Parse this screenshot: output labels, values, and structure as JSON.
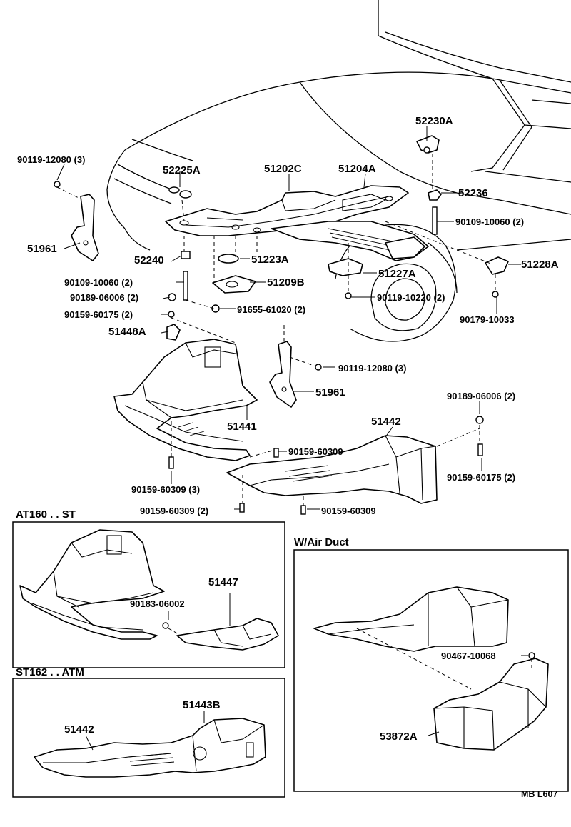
{
  "labels": {
    "p52230A": "52230A",
    "p90119_12080_top": "90119-12080 (3)",
    "p52225A": "52225A",
    "p51202C": "51202C",
    "p51204A": "51204A",
    "p52236": "52236",
    "p90109_10060_right": "90109-10060 (2)",
    "p51961_left": "51961",
    "p52240": "52240",
    "p51223A": "51223A",
    "p51228A": "51228A",
    "p51227A": "51227A",
    "p90109_10060_left": "90109-10060 (2)",
    "p51209B": "51209B",
    "p90189_06006_left": "90189-06006 (2)",
    "p90119_10220": "90119-10220 (2)",
    "p90159_60175_left": "90159-60175 (2)",
    "p91655_61020": "91655-61020 (2)",
    "p90179_10033": "90179-10033",
    "p51448A": "51448A",
    "p90119_12080_mid": "90119-12080 (3)",
    "p51961_mid": "51961",
    "p90189_06006_right": "90189-06006 (2)",
    "p51441": "51441",
    "p51442_main": "51442",
    "p90159_60309_upper": "90159-60309",
    "p90159_60175_right": "90159-60175 (2)",
    "p90159_60309_3": "90159-60309 (3)",
    "p90159_60309_2": "90159-60309 (2)",
    "p90159_60309_lower": "90159-60309",
    "p51447": "51447",
    "p90183_06002": "90183-06002",
    "p51443B": "51443B",
    "p51442_inset": "51442",
    "p90467_10068": "90467-10068",
    "p53872A": "53872A",
    "code": "MB L607"
  },
  "insets": {
    "at160_title": "AT160 . . ST",
    "st162_title": "ST162 . . ATM",
    "airduct_title": "W/Air Duct"
  }
}
